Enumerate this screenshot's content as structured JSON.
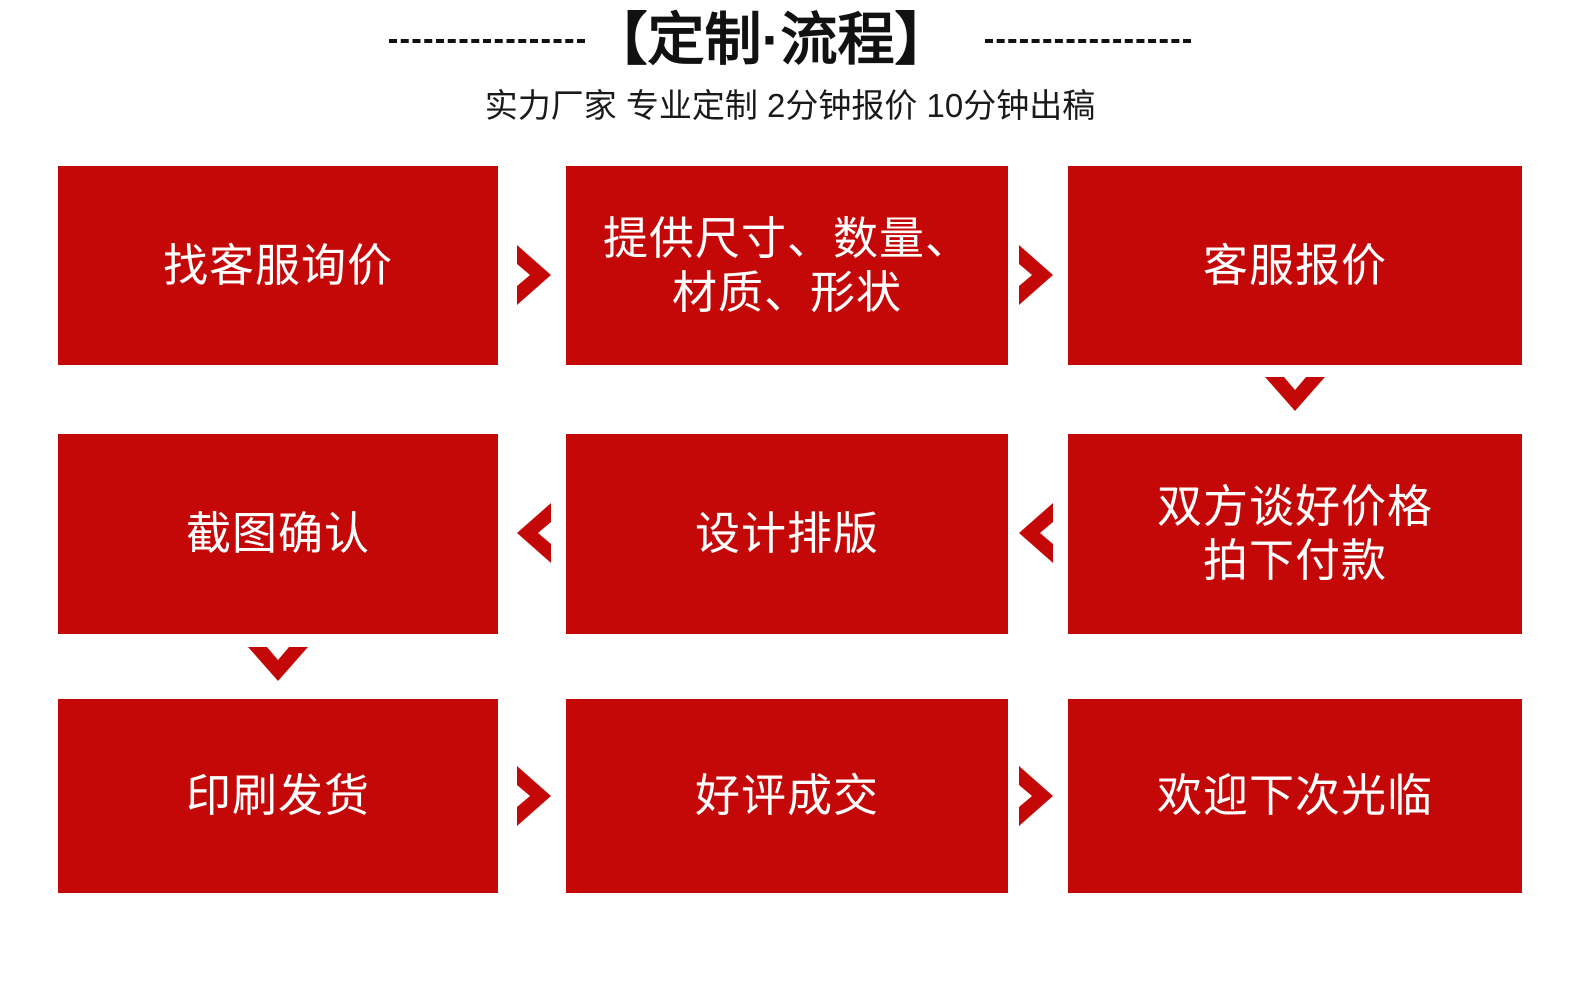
{
  "header": {
    "title": "【定制·流程】",
    "subtitle": "实力厂家 专业定制 2分钟报价 10分钟出稿",
    "dash_left": "----------------",
    "dash_right": "---------------"
  },
  "theme": {
    "red": "#c40808",
    "text_dark": "#111111",
    "text_light": "#ffffff",
    "background": "#ffffff"
  },
  "flow": {
    "steps": [
      {
        "id": 1,
        "label": "找客服询价"
      },
      {
        "id": 2,
        "label": "提供尺寸、数量、\n材质、形状"
      },
      {
        "id": 3,
        "label": "客服报价"
      },
      {
        "id": 4,
        "label": "截图确认"
      },
      {
        "id": 5,
        "label": "设计排版"
      },
      {
        "id": 6,
        "label": "双方谈好价格\n拍下付款"
      },
      {
        "id": 7,
        "label": "印刷发货"
      },
      {
        "id": 8,
        "label": "好评成交"
      },
      {
        "id": 9,
        "label": "欢迎下次光临"
      }
    ],
    "connectors": [
      {
        "from": 1,
        "to": 2,
        "direction": "right"
      },
      {
        "from": 2,
        "to": 3,
        "direction": "right"
      },
      {
        "from": 3,
        "to": 6,
        "direction": "down"
      },
      {
        "from": 6,
        "to": 5,
        "direction": "left"
      },
      {
        "from": 5,
        "to": 4,
        "direction": "left"
      },
      {
        "from": 4,
        "to": 7,
        "direction": "down"
      },
      {
        "from": 7,
        "to": 8,
        "direction": "right"
      },
      {
        "from": 8,
        "to": 9,
        "direction": "right"
      }
    ]
  }
}
